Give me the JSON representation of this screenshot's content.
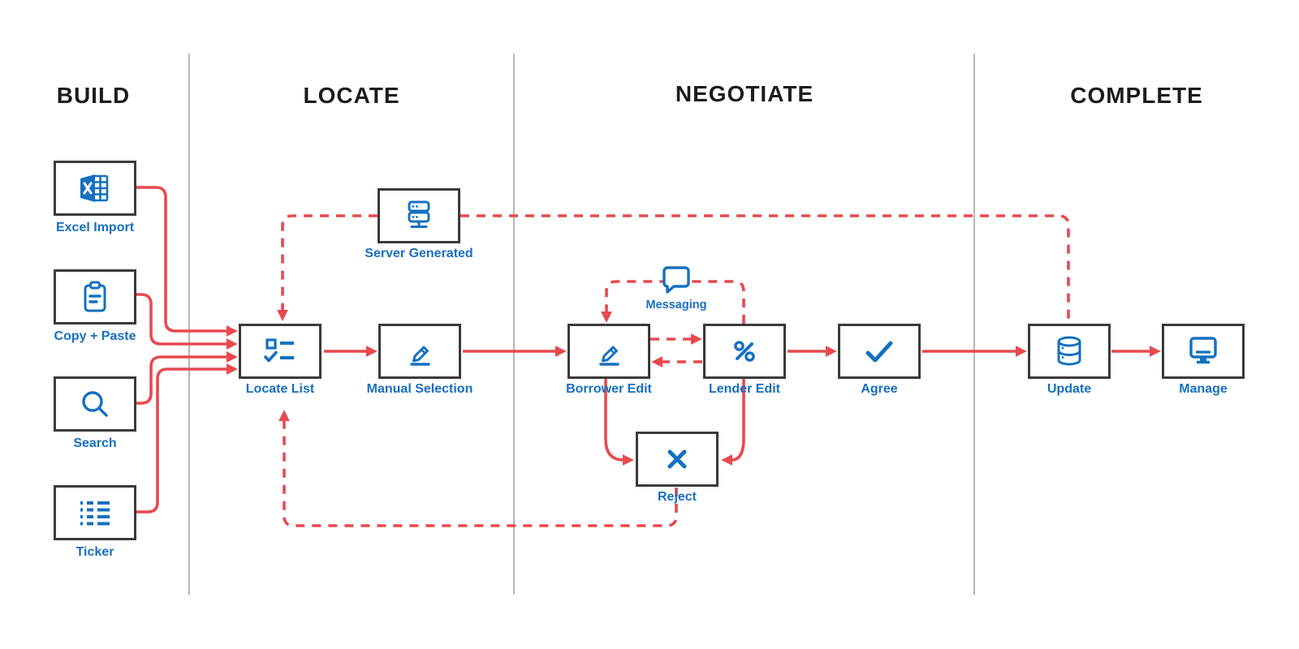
{
  "colors": {
    "red": "#e8494f",
    "blue": "#1570bf",
    "label": "#176fc0",
    "border": "#3a3a3a",
    "divider": "#b5b5b5",
    "heading": "#1c1c1c"
  },
  "phases": [
    {
      "label": "BUILD"
    },
    {
      "label": "LOCATE"
    },
    {
      "label": "NEGOTIATE"
    },
    {
      "label": "COMPLETE"
    }
  ],
  "nodes": {
    "excel_import": {
      "label": "Excel Import",
      "icon": "excel-icon"
    },
    "copy_paste": {
      "label": "Copy + Paste",
      "icon": "clipboard-icon"
    },
    "search": {
      "label": "Search",
      "icon": "search-icon"
    },
    "ticker": {
      "label": "Ticker",
      "icon": "ticker-list-icon"
    },
    "server_generated": {
      "label": "Server Generated",
      "icon": "server-icon"
    },
    "locate_list": {
      "label": "Locate List",
      "icon": "checklist-icon"
    },
    "manual_selection": {
      "label": "Manual Selection",
      "icon": "pencil-icon"
    },
    "borrower_edit": {
      "label": "Borrower Edit",
      "icon": "pencil-icon"
    },
    "lender_edit": {
      "label": "Lender Edit",
      "icon": "percent-icon"
    },
    "agree": {
      "label": "Agree",
      "icon": "checkmark-icon"
    },
    "reject": {
      "label": "Reject",
      "icon": "x-icon"
    },
    "update": {
      "label": "Update",
      "icon": "database-icon"
    },
    "manage": {
      "label": "Manage",
      "icon": "monitor-icon"
    },
    "messaging": {
      "label": "Messaging",
      "icon": "speech-bubble-icon"
    }
  },
  "flows": [
    {
      "from": "excel_import",
      "to": "locate_list",
      "style": "solid"
    },
    {
      "from": "copy_paste",
      "to": "locate_list",
      "style": "solid"
    },
    {
      "from": "search",
      "to": "locate_list",
      "style": "solid"
    },
    {
      "from": "ticker",
      "to": "locate_list",
      "style": "solid"
    },
    {
      "from": "server_generated",
      "to": "locate_list",
      "style": "dashed"
    },
    {
      "from": "server_generated",
      "to": "update",
      "style": "dashed"
    },
    {
      "from": "locate_list",
      "to": "manual_selection",
      "style": "solid"
    },
    {
      "from": "manual_selection",
      "to": "borrower_edit",
      "style": "solid"
    },
    {
      "from": "borrower_edit",
      "to": "lender_edit",
      "style": "dashed"
    },
    {
      "from": "lender_edit",
      "to": "borrower_edit",
      "style": "dashed"
    },
    {
      "from": "lender_edit",
      "to": "borrower_edit",
      "style": "dashed",
      "via": "messaging"
    },
    {
      "from": "lender_edit",
      "to": "agree",
      "style": "solid"
    },
    {
      "from": "borrower_edit",
      "to": "reject",
      "style": "solid"
    },
    {
      "from": "lender_edit",
      "to": "reject",
      "style": "solid"
    },
    {
      "from": "reject",
      "to": "locate_list",
      "style": "dashed"
    },
    {
      "from": "agree",
      "to": "update",
      "style": "solid"
    },
    {
      "from": "update",
      "to": "manage",
      "style": "solid"
    }
  ]
}
